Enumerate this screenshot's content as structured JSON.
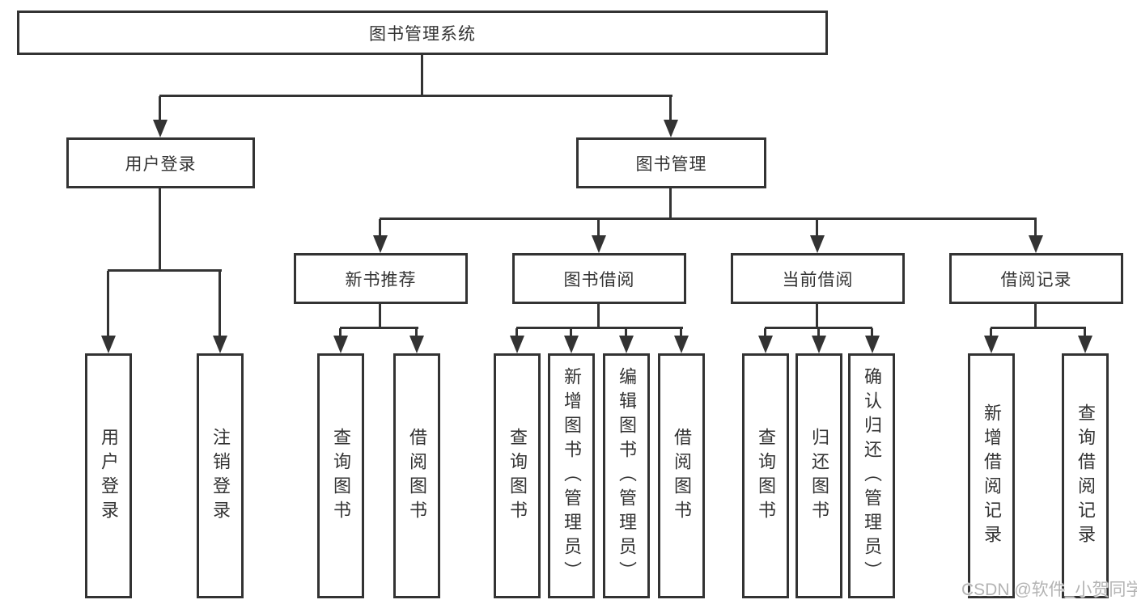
{
  "diagram": {
    "root": {
      "label": "图书管理系统"
    },
    "branches": [
      {
        "label": "用户登录",
        "leaves": [
          "用户登录",
          "注销登录"
        ]
      },
      {
        "label": "图书管理",
        "children": [
          {
            "label": "新书推荐",
            "leaves": [
              "查询图书",
              "借阅图书"
            ]
          },
          {
            "label": "图书借阅",
            "leaves": [
              "查询图书",
              "新增图书（管理员）",
              "编辑图书（管理员）",
              "借阅图书"
            ]
          },
          {
            "label": "当前借阅",
            "leaves": [
              "查询图书",
              "归还图书",
              "确认归还（管理员）"
            ]
          },
          {
            "label": "借阅记录",
            "leaves": [
              "新增借阅记录",
              "查询借阅记录"
            ]
          }
        ]
      }
    ],
    "watermark": "CSDN @软件_小贺同学",
    "colors": {
      "line": "#333333",
      "text": "#333333",
      "box_background": "#ffffff",
      "watermark_text": "#b3b3b3",
      "page_background": "#ffffff"
    }
  }
}
